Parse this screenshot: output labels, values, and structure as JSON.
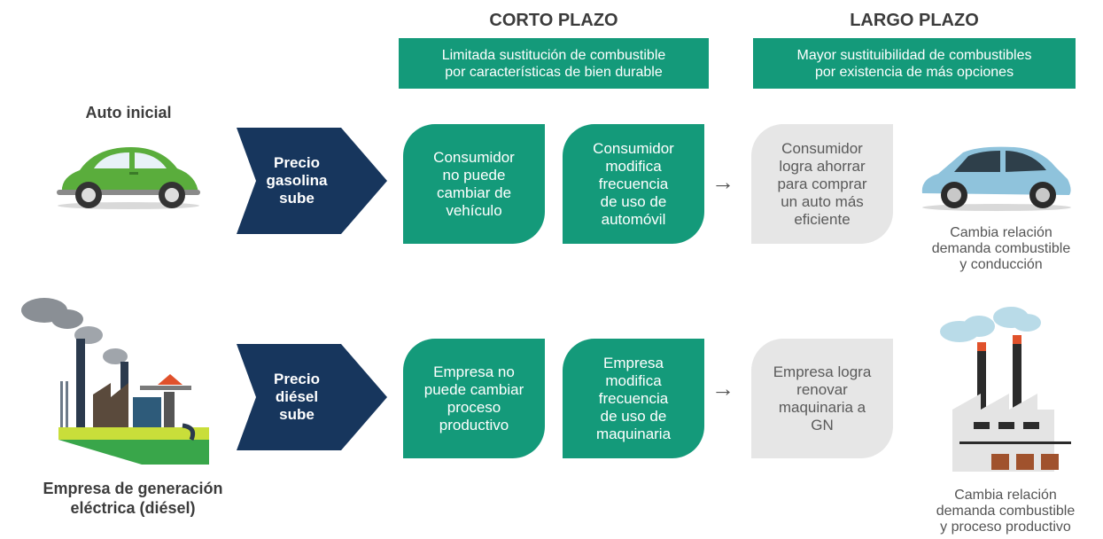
{
  "headers": {
    "short_term": "CORTO PLAZO",
    "long_term": "LARGO PLAZO"
  },
  "banners": {
    "short_term": [
      "Limitada sustitución de combustible",
      "por características de bien durable"
    ],
    "long_term": [
      "Mayor sustituibilidad de combustibles",
      "por existencia de más opciones"
    ]
  },
  "rows": {
    "car": {
      "label": [
        "Auto inicial"
      ],
      "chevron": [
        "Precio",
        "gasolina",
        "sube"
      ],
      "box1": [
        "Consumidor",
        "no puede",
        "cambiar de",
        "vehículo"
      ],
      "box2": [
        "Consumidor",
        "modifica",
        "frecuencia",
        "de uso de",
        "automóvil"
      ],
      "box3": [
        "Consumidor",
        "logra ahorrar",
        "para comprar",
        "un auto más",
        "eficiente"
      ],
      "caption": [
        "Cambia relación",
        "demanda combustible",
        "y conducción"
      ]
    },
    "plant": {
      "label": [
        "Empresa de generación",
        "eléctrica (diésel)"
      ],
      "chevron": [
        "Precio",
        "diésel",
        "sube"
      ],
      "box1": [
        "Empresa no",
        "puede cambiar",
        "proceso",
        "productivo"
      ],
      "box2": [
        "Empresa",
        "modifica",
        "frecuencia",
        "de uso de",
        "maquinaria"
      ],
      "box3": [
        "Empresa logra",
        "renovar",
        "maquinaria a",
        "GN"
      ],
      "caption": [
        "Cambia relación",
        "demanda combustible",
        "y proceso productivo"
      ]
    }
  },
  "arrow_glyph": "→",
  "colors": {
    "green": "#149a7a",
    "navy": "#17365d",
    "gray_box": "#e6e6e6",
    "vw_green": "#5aad3c",
    "sedan_blue": "#8fc3dc"
  }
}
